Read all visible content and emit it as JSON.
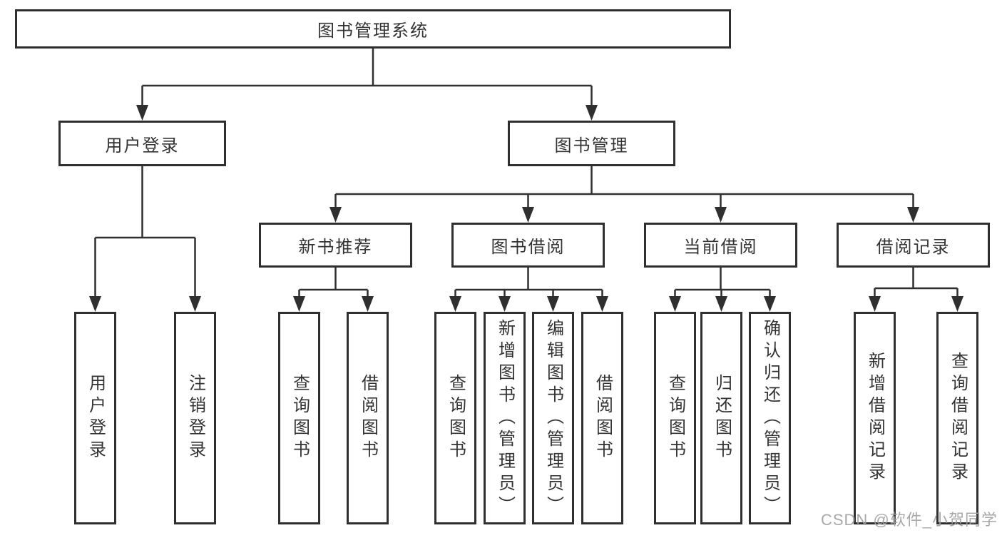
{
  "diagram": {
    "type": "hierarchy-tree",
    "watermark": "CSDN @软件_小贺同学",
    "colors": {
      "line": "#2f2f2f",
      "text": "#333333",
      "box_background": "#ffffff",
      "watermark_text": "#9f9f9f"
    },
    "tree": {
      "root": {
        "label": "图书管理系统"
      },
      "branches": [
        {
          "label": "用户登录",
          "children": [
            {
              "label": "用户登录"
            },
            {
              "label": "注销登录"
            }
          ]
        },
        {
          "label": "图书管理",
          "children": [
            {
              "label": "新书推荐",
              "children": [
                {
                  "label": "查询图书"
                },
                {
                  "label": "借阅图书"
                }
              ]
            },
            {
              "label": "图书借阅",
              "children": [
                {
                  "label": "查询图书"
                },
                {
                  "label": "新增图书（管理员）"
                },
                {
                  "label": "编辑图书（管理员）"
                },
                {
                  "label": "借阅图书"
                }
              ]
            },
            {
              "label": "当前借阅",
              "children": [
                {
                  "label": "查询图书"
                },
                {
                  "label": "归还图书"
                },
                {
                  "label": "确认归还（管理员）"
                }
              ]
            },
            {
              "label": "借阅记录",
              "children": [
                {
                  "label": "新增借阅记录"
                },
                {
                  "label": "查询借阅记录"
                }
              ]
            }
          ]
        }
      ]
    }
  }
}
